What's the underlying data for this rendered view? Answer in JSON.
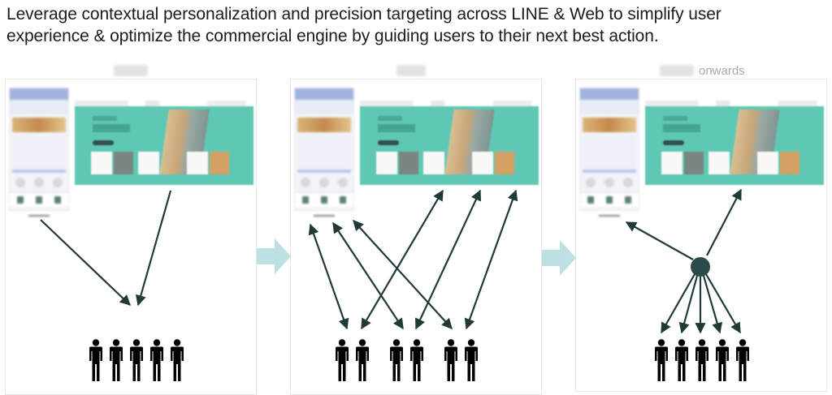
{
  "heading": {
    "line1": "Leverage contextual personalization and precision targeting across LINE & Web to simplify user",
    "line2": "experience & optimize the commercial engine by guiding users to their next best action."
  },
  "stages": [
    {
      "label_blurred": true,
      "suffix": "",
      "flow": "one-way: channels point to audience",
      "people_count": 5,
      "people_grouping": [
        5
      ]
    },
    {
      "label_blurred": true,
      "suffix": "",
      "flow": "two-way: paired users exchange with LINE and Web separately",
      "people_count": 6,
      "people_grouping": [
        2,
        2,
        2
      ]
    },
    {
      "label_blurred": true,
      "suffix": "onwards",
      "flow": "hub: central engine connects LINE, Web and each user",
      "people_count": 5,
      "people_grouping": [
        5
      ]
    }
  ],
  "colors": {
    "arrow": "#1f3a38",
    "hub": "#2a4b4a",
    "stage_arrow": "#bde0e2",
    "banner_teal": "#5ec8b4",
    "phone_header": "#9fb3df",
    "label_gray": "#a8a8a8"
  },
  "icons": {
    "person": "person-icon",
    "stage_transition": "chevron-right-arrow-icon",
    "hub": "hub-node-icon"
  }
}
